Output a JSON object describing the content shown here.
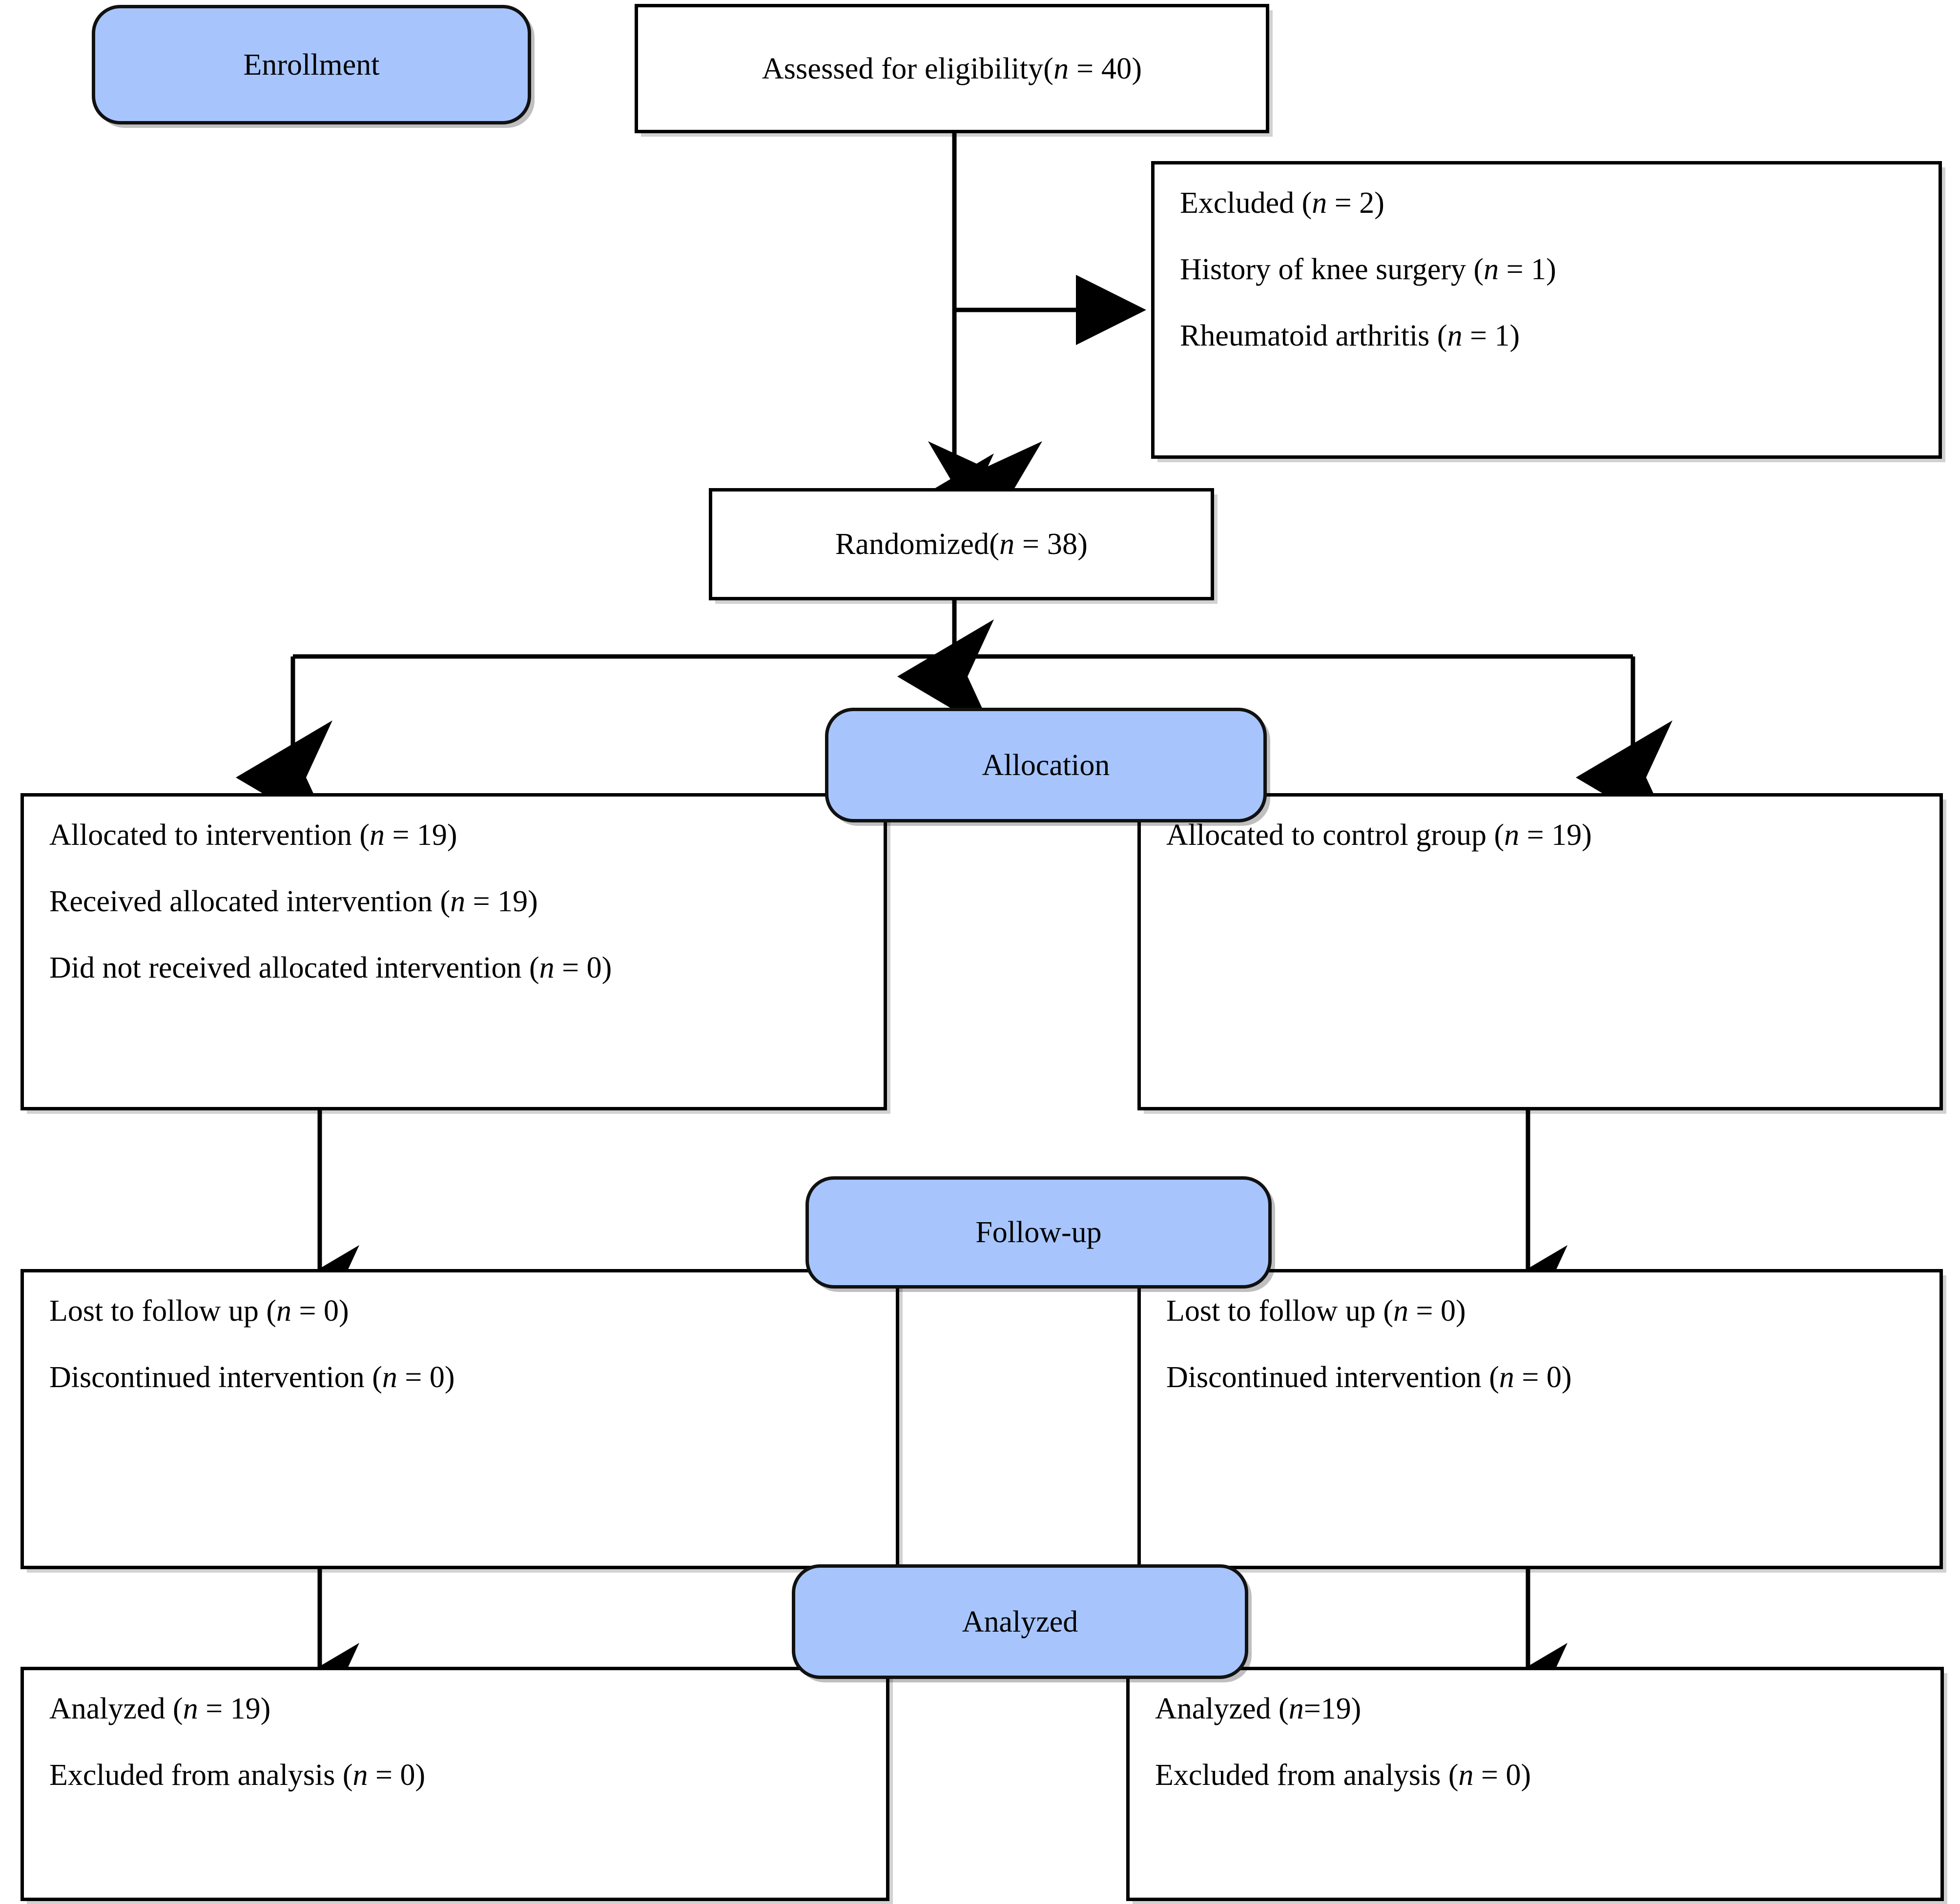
{
  "diagram": {
    "type": "consort-flow-diagram",
    "title": "CONSORT participant flow diagram",
    "accent_color": "#a7c5fc",
    "border_color": "#000000",
    "background_color": "#ffffff"
  },
  "stages": {
    "enrollment": "Enrollment",
    "allocation": "Allocation",
    "followup": "Follow-up",
    "analyzed": "Analyzed"
  },
  "nodes": {
    "assessed": {
      "text": "Assessed for eligibility(n = 40)",
      "pre": "Assessed for eligibility(",
      "italic": "n",
      "post": " = 40)"
    },
    "excluded": {
      "lines": [
        {
          "pre": "Excluded (",
          "italic": "n",
          "post": " = 2)"
        },
        {
          "pre": "History of knee surgery (",
          "italic": "n",
          "post": " = 1)"
        },
        {
          "pre": "Rheumatoid arthritis (",
          "italic": "n",
          "post": " = 1)"
        }
      ]
    },
    "randomized": {
      "text": "Randomized(n = 38)",
      "pre": "Randomized(",
      "italic": "n",
      "post": " = 38)"
    },
    "alloc_left": {
      "lines": [
        {
          "pre": "Allocated to intervention (",
          "italic": "n",
          "post": " = 19)"
        },
        {
          "pre": "Received allocated intervention (",
          "italic": "n",
          "post": " = 19)"
        },
        {
          "pre": "Did not received allocated intervention (",
          "italic": "n",
          "post": " = 0)"
        }
      ]
    },
    "alloc_right": {
      "lines": [
        {
          "pre": "Allocated to control group (",
          "italic": "n",
          "post": " = 19)"
        }
      ]
    },
    "followup_left": {
      "lines": [
        {
          "pre": "Lost to follow up (",
          "italic": "n",
          "post": " = 0)"
        },
        {
          "pre": "Discontinued intervention (",
          "italic": "n",
          "post": " = 0)"
        }
      ]
    },
    "followup_right": {
      "lines": [
        {
          "pre": "Lost to follow up (",
          "italic": "n",
          "post": " = 0)"
        },
        {
          "pre": "Discontinued intervention (",
          "italic": "n",
          "post": " = 0)"
        }
      ]
    },
    "analyzed_left": {
      "lines": [
        {
          "pre": "Analyzed (",
          "italic": "n",
          "post": " = 19)"
        },
        {
          "pre": "Excluded from analysis (",
          "italic": "n",
          "post": " = 0)"
        }
      ]
    },
    "analyzed_right": {
      "lines": [
        {
          "pre": "Analyzed (",
          "italic": "n",
          "post": "=19)"
        },
        {
          "pre": "Excluded from analysis (",
          "italic": "n",
          "post": " = 0)"
        }
      ]
    }
  },
  "counts": {
    "assessed_for_eligibility": 40,
    "excluded_total": 2,
    "excluded_history_knee_surgery": 1,
    "excluded_rheumatoid_arthritis": 1,
    "randomized": 38,
    "allocated_intervention": 19,
    "received_allocated_intervention": 19,
    "did_not_receive_allocated_intervention": 0,
    "allocated_control": 19,
    "lost_to_followup_intervention": 0,
    "discontinued_intervention_arm": 0,
    "lost_to_followup_control": 0,
    "discontinued_control_arm": 0,
    "analyzed_intervention": 19,
    "excluded_from_analysis_intervention": 0,
    "analyzed_control": 19,
    "excluded_from_analysis_control": 0
  }
}
